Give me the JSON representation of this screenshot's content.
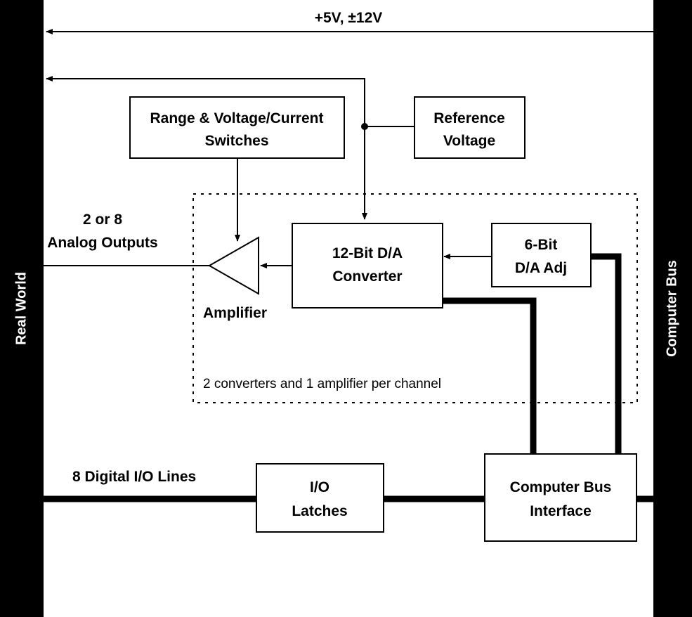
{
  "side_bars": {
    "left_label": "Real World",
    "right_label": "Computer Bus"
  },
  "power_label": "+5V, ±12V",
  "blocks": {
    "range_switches": {
      "line1": "Range & Voltage/Current",
      "line2": "Switches"
    },
    "reference_voltage": {
      "line1": "Reference",
      "line2": "Voltage"
    },
    "dac_12bit": {
      "line1": "12-Bit D/A",
      "line2": "Converter"
    },
    "dac_6bit": {
      "line1": "6-Bit",
      "line2": "D/A Adj"
    },
    "io_latches": {
      "line1": "I/O",
      "line2": "Latches"
    },
    "bus_interface": {
      "line1": "Computer Bus",
      "line2": "Interface"
    }
  },
  "labels": {
    "analog_outputs_1": "2 or 8",
    "analog_outputs_2": "Analog Outputs",
    "amplifier": "Amplifier",
    "per_channel_note": "2 converters and 1 amplifier per channel",
    "digital_io": "8 Digital I/O Lines"
  },
  "colors": {
    "side_bar": "#000000",
    "background": "#ffffff",
    "line": "#000000"
  }
}
